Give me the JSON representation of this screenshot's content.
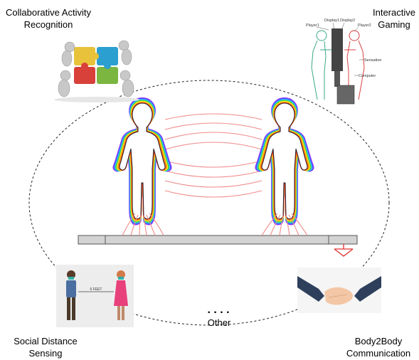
{
  "labels": {
    "collab_line1": "Collaborative Activity",
    "collab_line2": "Recognition",
    "gaming_line1": "Interactive",
    "gaming_line2": "Gaming",
    "social_line1": "Social Distance",
    "social_line2": "Sensing",
    "b2b_line1": "Body2Body",
    "b2b_line2": "Communication",
    "other": "Other",
    "dots": ". . . ."
  },
  "gaming_image": {
    "player1": "Player1",
    "display1": "Display1",
    "display2": "Display2",
    "player2": "Player2",
    "sensation": "Sensation",
    "computer": "Computer"
  },
  "social_image": {
    "distance": "6 FEET"
  },
  "colors": {
    "field_lines": "#f08a8a",
    "ground_plate": "#d0d0d0",
    "ground_symbol": "#e03030",
    "aura": [
      "#ff3333",
      "#ff9900",
      "#ffee33",
      "#33cc33",
      "#33ccff",
      "#3366ff",
      "#9933ff"
    ]
  }
}
